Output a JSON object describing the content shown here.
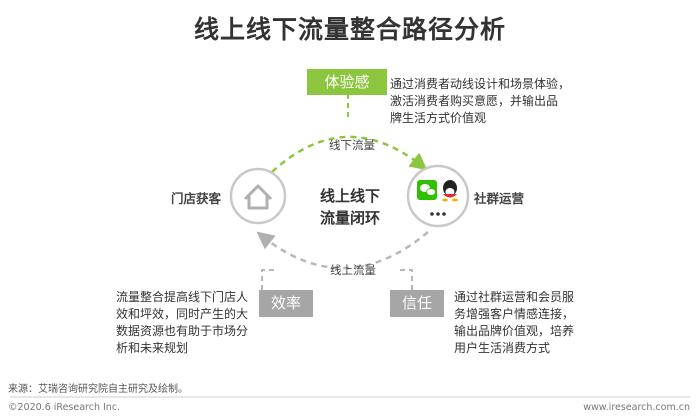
{
  "title": "线上线下流量整合路径分析",
  "center_text": "线上线下\n流量闭环",
  "nodes": {
    "store": "门店获客",
    "community": "社群运营"
  },
  "flows": {
    "offline": "线下流量",
    "online": "线上流量"
  },
  "tags": {
    "experience": {
      "label": "体验感",
      "color": "#8cc63f"
    },
    "efficiency": {
      "label": "效率",
      "color": "#a6a6a6"
    },
    "trust": {
      "label": "信任",
      "color": "#a6a6a6"
    }
  },
  "descriptions": {
    "experience": "通过消费者动线设计和场景体验，\n激活消费者购买意愿，并输出品\n牌生活方式价值观",
    "efficiency": "流量整合提高线下门店人\n效和坪效，同时产生的大\n数据资源也有助于市场分\n析和未来规划",
    "trust": "通过社群运营和会员服\n务增强客户情感连接，\n输出品牌价值观，培养\n用户生活消费方式"
  },
  "source": "来源：艾瑞咨询研究院自主研究及绘制。",
  "footer": {
    "left": "©2020.6 iResearch Inc.",
    "right": "www.iresearch.com.cn"
  },
  "colors": {
    "green": "#8cc63f",
    "gray": "#a6a6a6",
    "wechat": "#2dc100"
  },
  "icons": [
    "house-icon",
    "wechat-icon",
    "qq-icon",
    "more-dots-icon"
  ]
}
